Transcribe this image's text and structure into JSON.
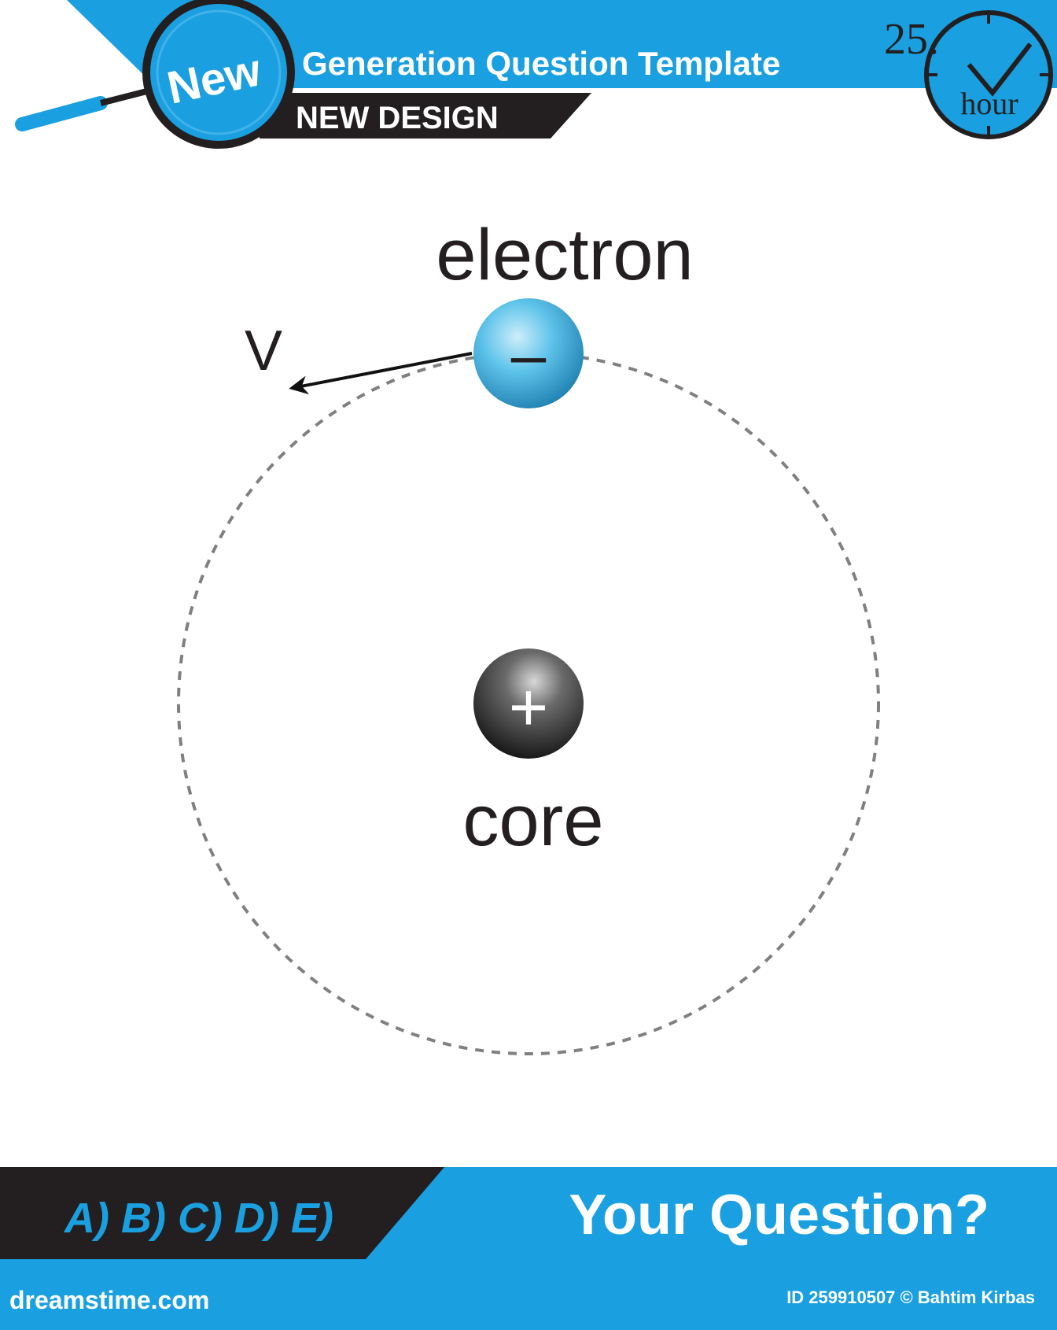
{
  "header": {
    "badge_label": "New",
    "title": "Generation Question Template",
    "subtitle": "NEW DESIGN",
    "timer_number": "25.",
    "timer_unit": "hour",
    "colors": {
      "accent": "#1a9fe0",
      "dark": "#231f20"
    }
  },
  "diagram": {
    "electron_label": "electron",
    "electron_sign": "–",
    "velocity_label": "V",
    "core_label": "core",
    "core_sign": "+",
    "colors": {
      "orbit": "#808080",
      "electron": "#3aa8d8",
      "core": "#222222"
    }
  },
  "footer": {
    "options_label": "A) B) C) D) E)",
    "question_label": "Your Question?",
    "colors": {
      "accent": "#1a9fe0",
      "dark": "#231f20"
    }
  },
  "watermark": {
    "site": "dreamstime.com",
    "image_id": "ID 259910507 © Bahtim Kirbas"
  }
}
